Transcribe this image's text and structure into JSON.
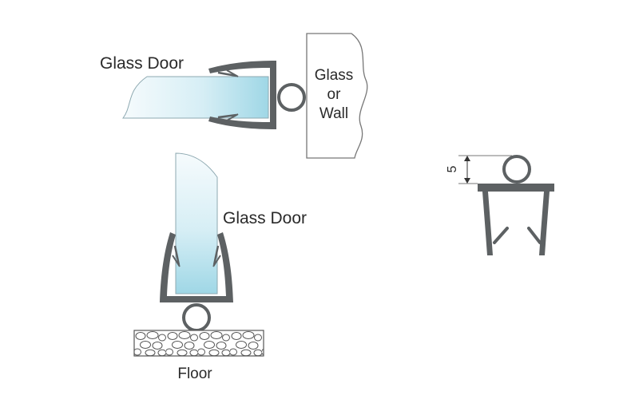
{
  "labels": {
    "glass_door_top": "Glass Door",
    "glass_or_wall": [
      "Glass",
      "or",
      "Wall"
    ],
    "glass_door_bottom": "Glass Door",
    "floor": "Floor",
    "dimension": "5"
  },
  "colors": {
    "profile": "#5d6163",
    "glass_light": "#f4fbfd",
    "glass_dark": "#9fd7e6",
    "outline": "#777777"
  }
}
